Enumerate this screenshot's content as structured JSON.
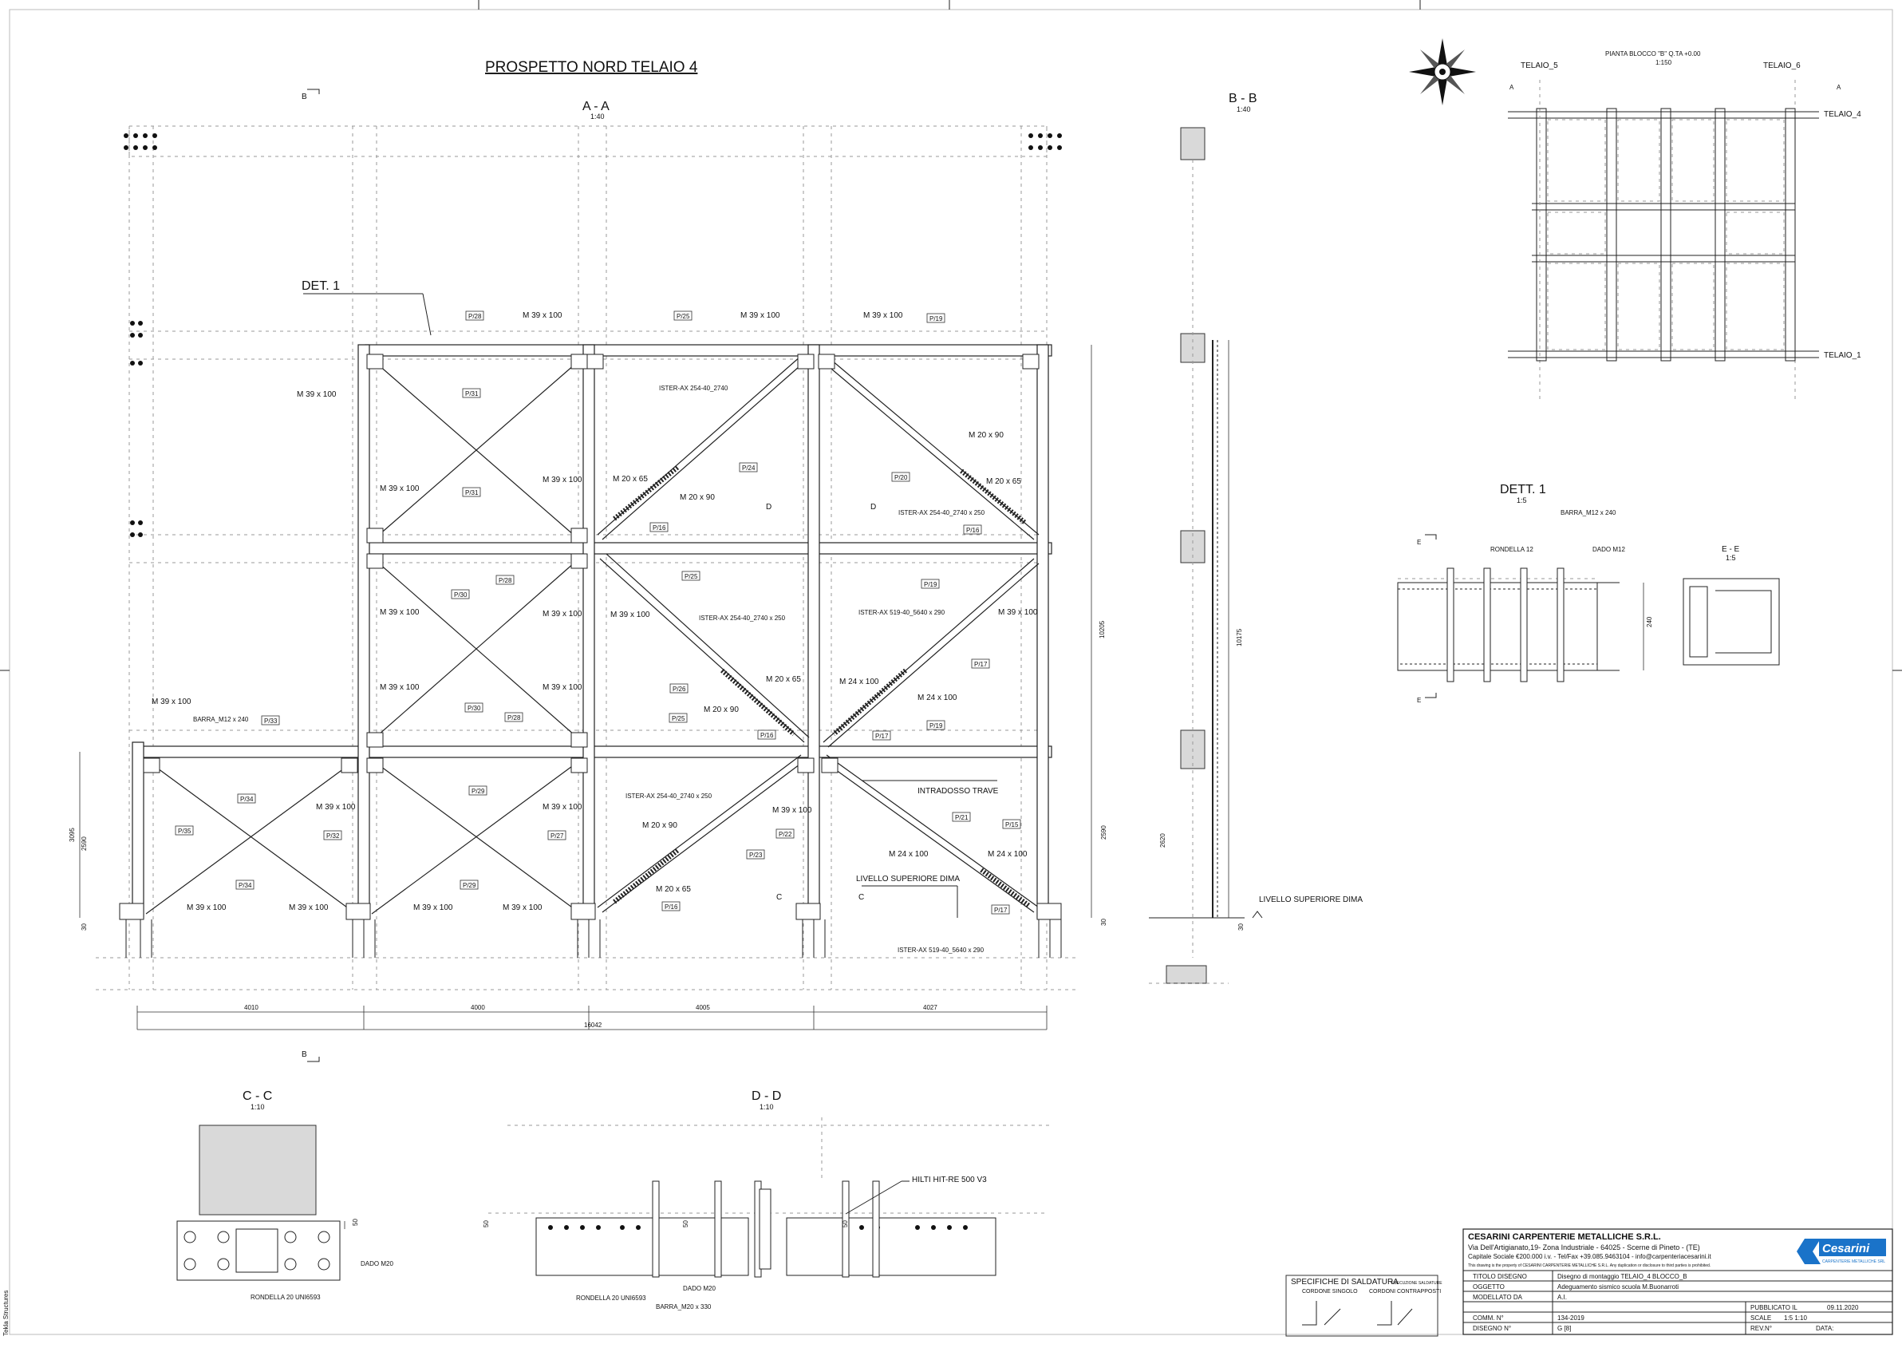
{
  "titles": {
    "main": "PROSPETTO NORD TELAIO 4",
    "section_aa": "A - A",
    "section_aa_scale": "1:40",
    "section_bb": "B - B",
    "section_bb_scale": "1:40",
    "section_cc": "C - C",
    "section_cc_scale": "1:10",
    "section_dd": "D - D",
    "section_dd_scale": "1:10",
    "det1_callout": "DET. 1",
    "dett1": "DETT. 1",
    "dett1_scale": "1:5",
    "section_ee": "E - E",
    "section_ee_scale": "1:5",
    "plan": "PIANTA BLOCCO \"B\" Q.TA +0.00",
    "plan_scale": "1:150"
  },
  "section_markers": {
    "a": "A",
    "b": "B",
    "c": "C",
    "d": "D",
    "e": "E"
  },
  "plan_labels": {
    "telaio_5": "TELAIO_5",
    "telaio_6": "TELAIO_6",
    "telaio_4": "TELAIO_4",
    "telaio_1": "TELAIO_1"
  },
  "elevation_labels": {
    "m39": "M 39 x 100",
    "m20_65": "M 20 x 65",
    "m20_90": "M 20 x 90",
    "m24": "M 24 x 100",
    "barra": "BARRA_M12 x 240",
    "ister_2740": "ISTER-AX 254-40_2740",
    "ister_2740_250": "ISTER-AX 254-40_2740 x 250",
    "ister_5640": "ISTER-AX 519-40_5640 x 290",
    "intradosso": "INTRADOSSO TRAVE",
    "livello_dima": "LIVELLO SUPERIORE DIMA",
    "p15": "P/15",
    "p16": "P/16",
    "p17": "P/17",
    "p19": "P/19",
    "p20": "P/20",
    "p21": "P/21",
    "p22": "P/22",
    "p23": "P/23",
    "p24": "P/24",
    "p25": "P/25",
    "p26": "P/26",
    "p27": "P/27",
    "p28": "P/28",
    "p29": "P/29",
    "p30": "P/30",
    "p31": "P/31",
    "p32": "P/32",
    "p33": "P/33",
    "p34": "P/34",
    "p35": "P/35"
  },
  "dimensions": {
    "bay1": "4010",
    "bay2": "4000",
    "bay3": "4005",
    "bay4": "4027",
    "total": "16042",
    "height_right": "10205",
    "height_bb": "10175",
    "h_3095": "3095",
    "h_2590": "2590",
    "h_2620": "2620",
    "d_30": "30",
    "det_240": "240",
    "d_50": "50"
  },
  "detail_labels": {
    "rondella12": "RONDELLA 12",
    "dado12": "DADO M12",
    "barra12": "BARRA_M12 x 240",
    "dado20": "DADO M20",
    "rondella20": "RONDELLA 20 UNI6593",
    "barra20": "BARRA_M20 x 330",
    "hilti": "HILTI HIT-RE 500 V3"
  },
  "welding": {
    "title": "SPECIFICHE DI SALDATURA",
    "note": "ESECUZIONE SALDATURE",
    "single": "CORDONE SINGOLO",
    "double": "CORDONI CONTRAPPOSTI"
  },
  "title_block": {
    "company": "CESARINI CARPENTERIE METALLICHE S.R.L.",
    "address": "Via Dell'Artigianato,19- Zona Industriale - 64025 - Scerne di Pineto - (TE)",
    "capital": "Capitale Sociale €200.000 i.v. - Tel/Fax +39.085.9463104 - info@carpenteriacesarini.it",
    "disclaimer": "This drawing is the property of CESARINI CARPENTERIE METALLICHE S.R.L. Any duplication or disclosure to third parties is prohibited.",
    "logo": "Cesarini",
    "logo_sub": "CARPENTERIE METALLICHE SRL",
    "labels": {
      "titolo": "TITOLO DISEGNO",
      "oggetto": "OGGETTO",
      "modellato": "MODELLATO DA",
      "comm": "COMM. N°",
      "disegno": "DISEGNO N°",
      "pubblicato": "PUBBLICATO IL",
      "scale": "SCALE",
      "rev": "REV.N°",
      "data": "DATA:"
    },
    "values": {
      "titolo": "Disegno di montaggio TELAIO_4 BLOCCO_B",
      "oggetto": "Adeguamento sismico scuola M.Buonarroti",
      "modellato": "A.I.",
      "comm": "134-2019",
      "disegno": "G   [8]",
      "pubblicato": "09.11.2020",
      "scale": "1:5    1:10"
    }
  },
  "margin_note": "Tekla Structures",
  "colors": {
    "line": "#222222",
    "grey_fill": "#d9d9d9",
    "logo_blue": "#1a73c9"
  },
  "icons": [
    "compass-rose-icon",
    "section-arrow-icon",
    "bolt-icon"
  ]
}
